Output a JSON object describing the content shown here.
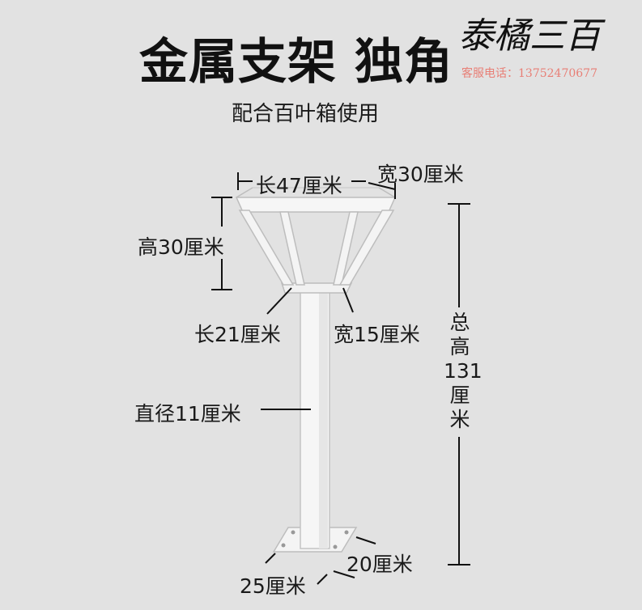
{
  "title": "金属支架 独角",
  "subtitle": "配合百叶箱使用",
  "brand": {
    "name": "泰橘三百",
    "hotline": "客服电话：13752470677"
  },
  "dimensions": {
    "top_length": "长47厘米",
    "top_width": "宽30厘米",
    "head_height": "高30厘米",
    "base_length": "长21厘米",
    "base_width": "宽15厘米",
    "diameter": "直径11厘米",
    "total_height_lines": [
      "总",
      "高",
      "131",
      "厘",
      "米"
    ],
    "plate_width": "20厘米",
    "plate_length": "25厘米"
  }
}
